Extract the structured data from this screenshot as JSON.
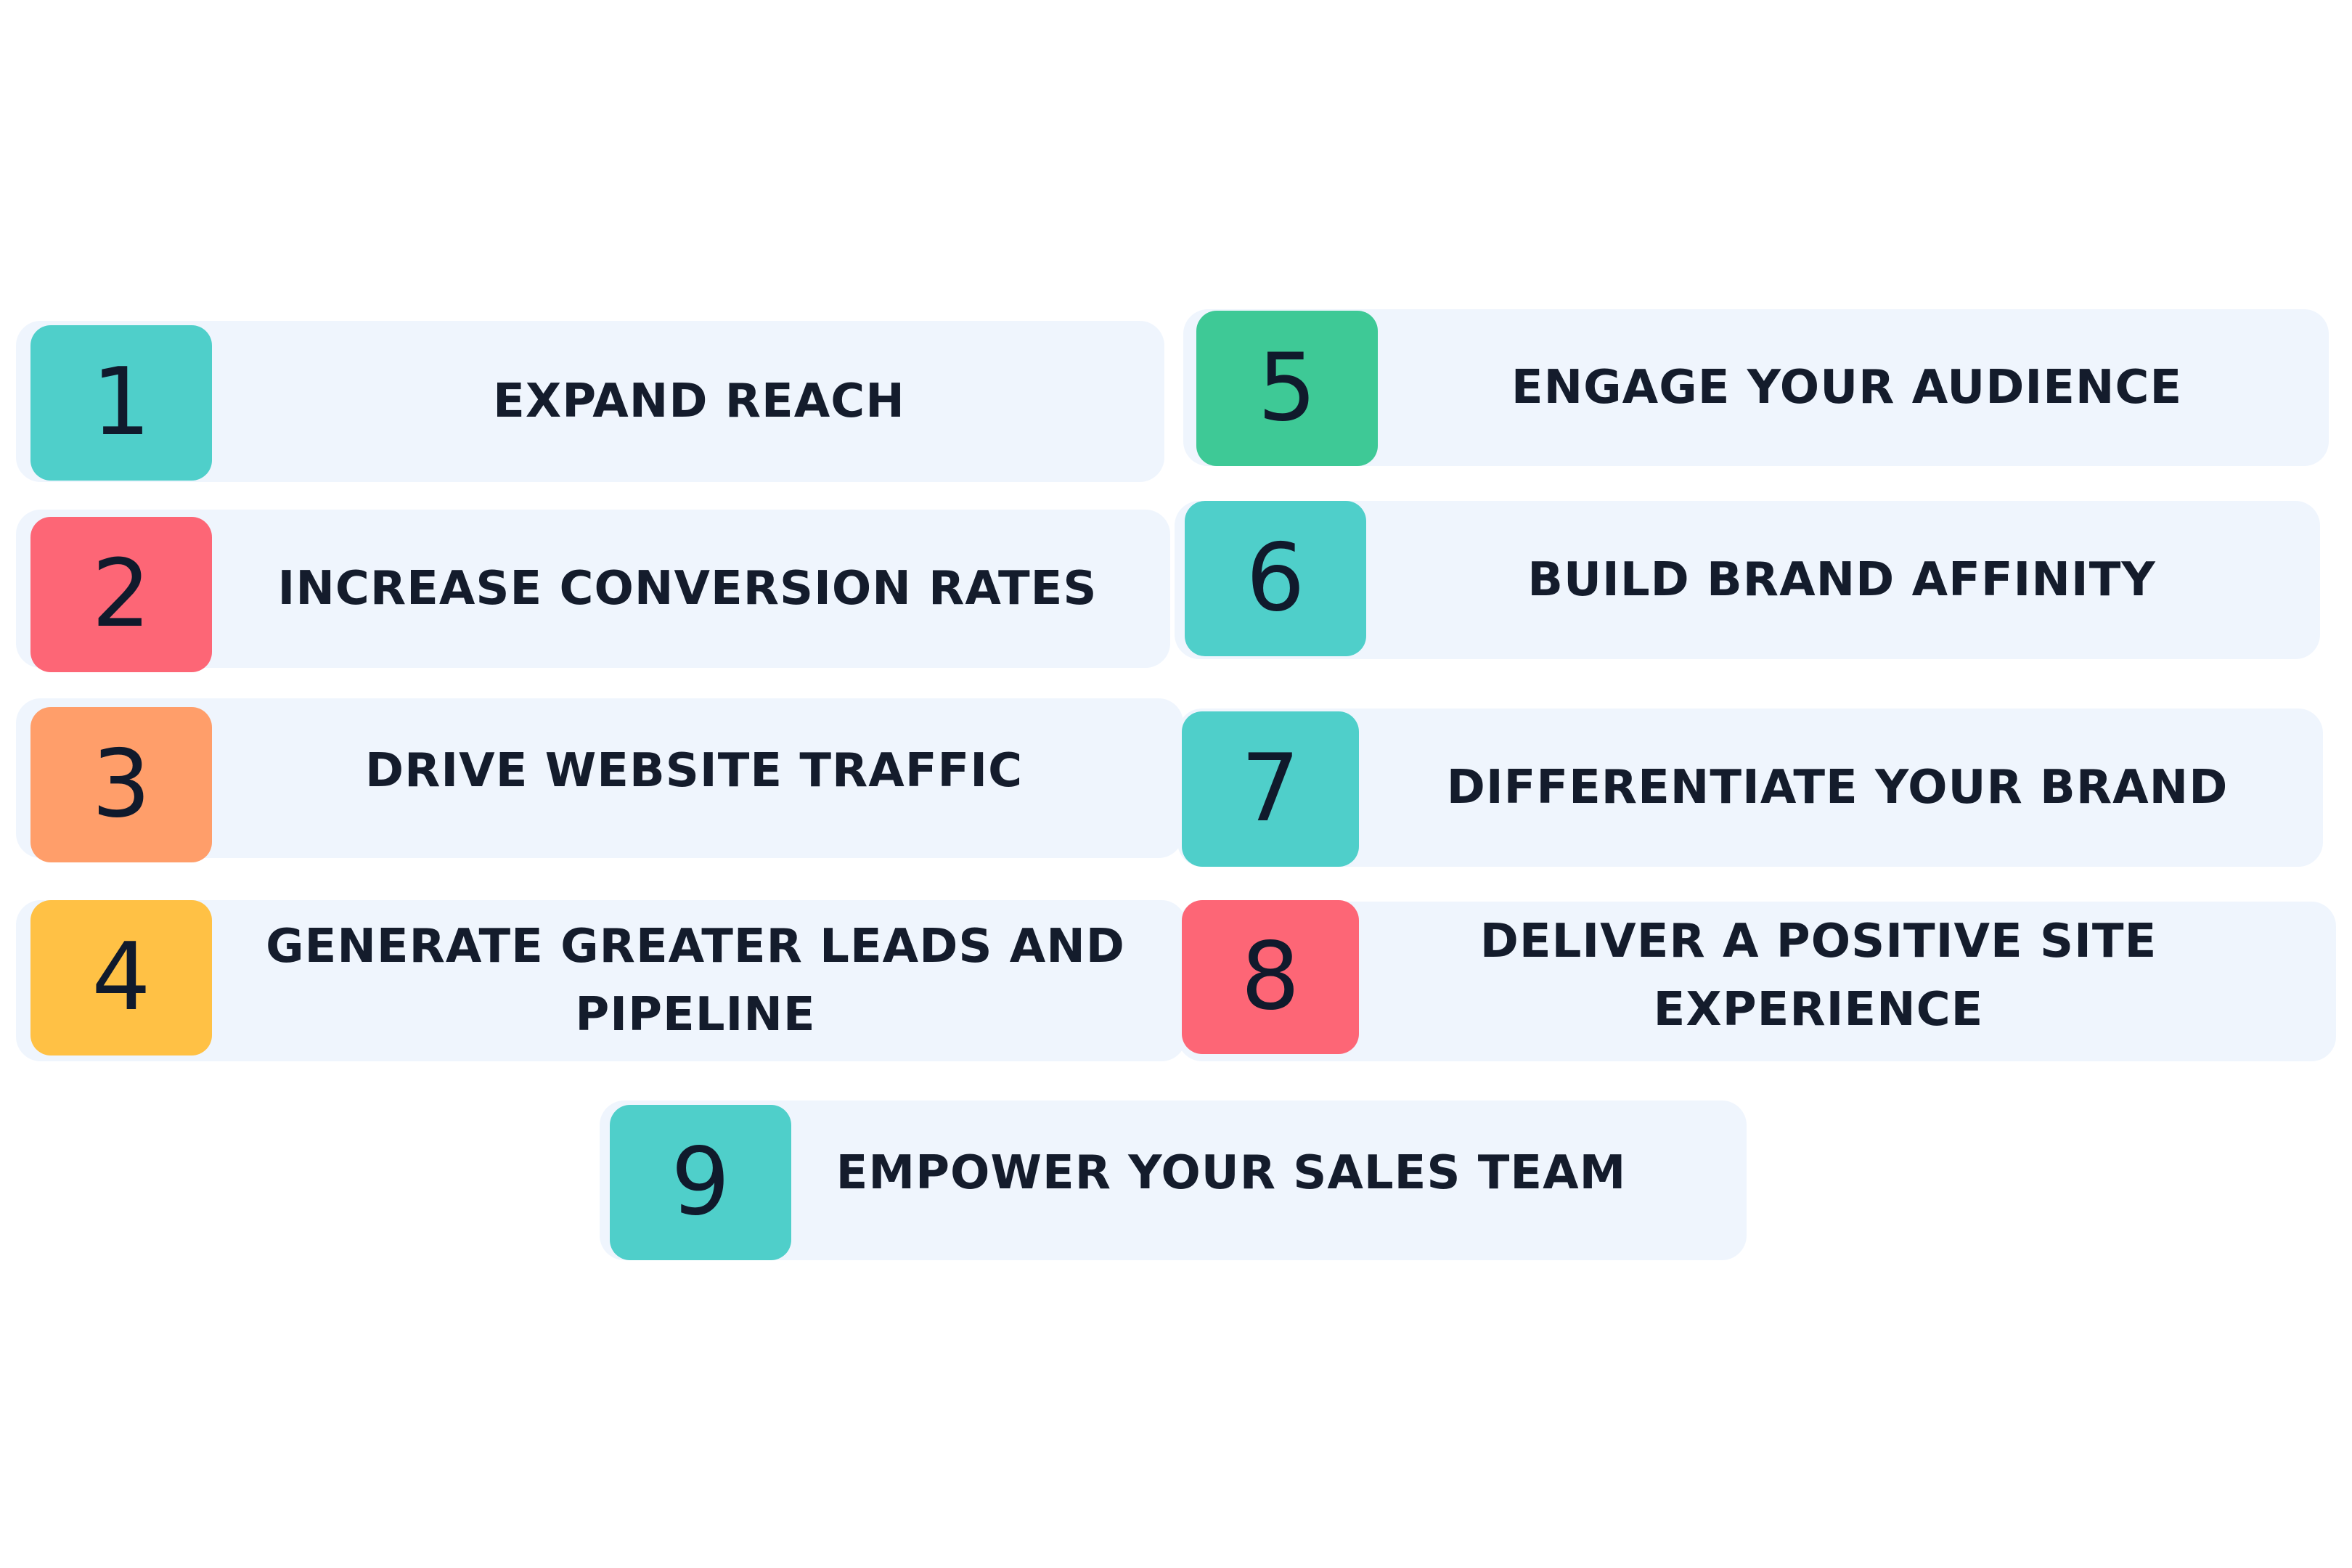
{
  "items": [
    {
      "number": "1",
      "label": "EXPAND REACH",
      "color": "#4fcfca"
    },
    {
      "number": "2",
      "label": "INCREASE CONVERSION RATES",
      "color": "#fd6676"
    },
    {
      "number": "3",
      "label": "DRIVE WEBSITE TRAFFIC",
      "color": "#ff9e6a"
    },
    {
      "number": "4",
      "label": "GENERATE GREATER LEADS AND PIPELINE",
      "color": "#ffc145"
    },
    {
      "number": "5",
      "label": "ENGAGE YOUR AUDIENCE",
      "color": "#3ec996"
    },
    {
      "number": "6",
      "label": "BUILD BRAND AFFINITY",
      "color": "#4fcfca"
    },
    {
      "number": "7",
      "label": "DIFFERENTIATE YOUR BRAND",
      "color": "#4fcfca"
    },
    {
      "number": "8",
      "label": "DELIVER A POSITIVE SITE EXPERIENCE",
      "color": "#fd6676"
    },
    {
      "number": "9",
      "label": "EMPOWER YOUR SALES TEAM",
      "color": "#4fcfca"
    }
  ]
}
